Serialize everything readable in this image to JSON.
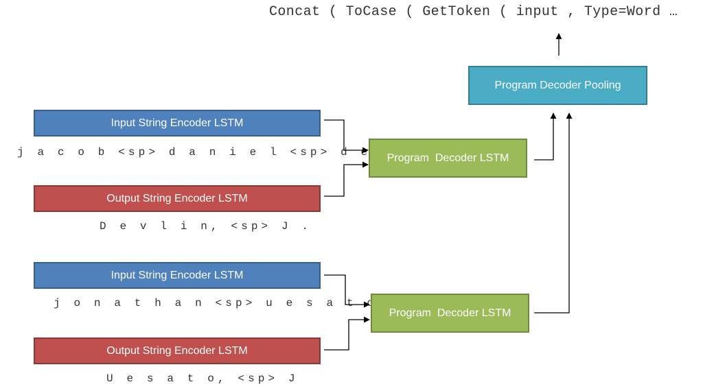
{
  "program_text": "Concat ( ToCase ( GetToken ( input , Type=Word …",
  "pooling_label": "Program Decoder Pooling",
  "examples": [
    {
      "input_encoder_label": "Input String Encoder LSTM",
      "input_string": "j a c o b <sp> d a n i e l <sp> d e v l i n",
      "output_encoder_label": "Output String Encoder LSTM",
      "output_string": "D e v l i n, <sp> J .",
      "decoder_label": "Program  Decoder LSTM"
    },
    {
      "input_encoder_label": "Input String Encoder LSTM",
      "input_string": "j o n a t h a n <sp> u e s a t o",
      "output_encoder_label": "Output String Encoder LSTM",
      "output_string": "U e s a t o, <sp> J",
      "decoder_label": "Program  Decoder LSTM"
    }
  ],
  "colors": {
    "input_encoder": "#4f81bd",
    "output_encoder": "#c0504d",
    "decoder": "#9bbb59",
    "pooling": "#4bacc6"
  }
}
